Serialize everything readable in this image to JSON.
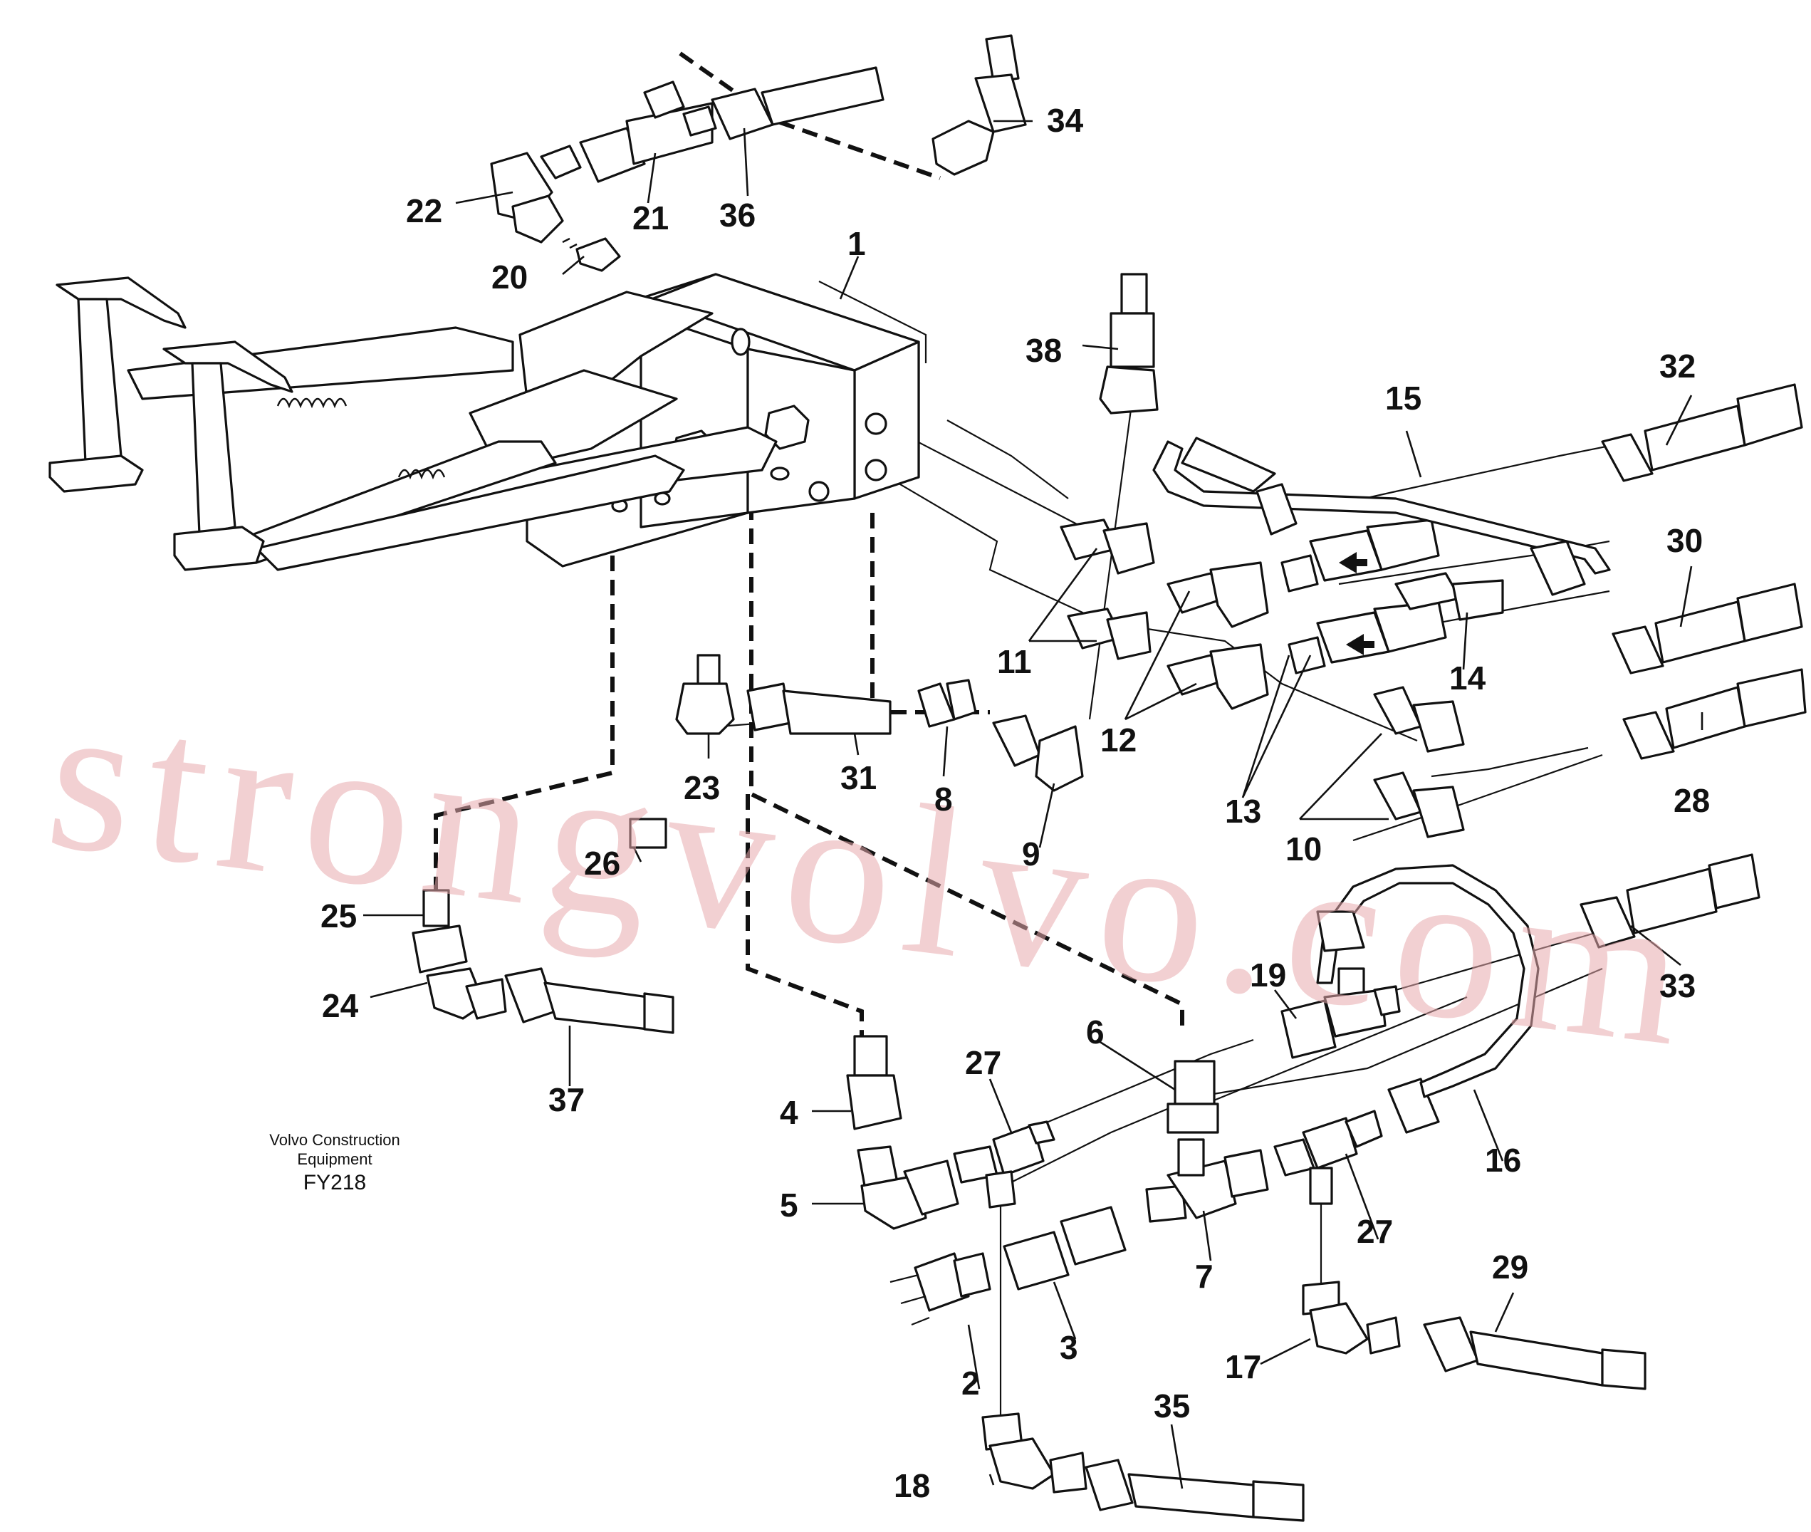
{
  "diagram": {
    "caption": {
      "line1": "Volvo Construction",
      "line2": "Equipment",
      "code": "FY218"
    },
    "watermark": "strongvolvo.com",
    "callouts": [
      {
        "id": "c1",
        "label": "1"
      },
      {
        "id": "c2",
        "label": "2"
      },
      {
        "id": "c3",
        "label": "3"
      },
      {
        "id": "c4",
        "label": "4"
      },
      {
        "id": "c5",
        "label": "5"
      },
      {
        "id": "c6",
        "label": "6"
      },
      {
        "id": "c7",
        "label": "7"
      },
      {
        "id": "c8",
        "label": "8"
      },
      {
        "id": "c9",
        "label": "9"
      },
      {
        "id": "c10",
        "label": "10"
      },
      {
        "id": "c11",
        "label": "11"
      },
      {
        "id": "c12",
        "label": "12"
      },
      {
        "id": "c13",
        "label": "13"
      },
      {
        "id": "c14",
        "label": "14"
      },
      {
        "id": "c15",
        "label": "15"
      },
      {
        "id": "c16",
        "label": "16"
      },
      {
        "id": "c17",
        "label": "17"
      },
      {
        "id": "c18",
        "label": "18"
      },
      {
        "id": "c19",
        "label": "19"
      },
      {
        "id": "c20",
        "label": "20"
      },
      {
        "id": "c21",
        "label": "21"
      },
      {
        "id": "c22",
        "label": "22"
      },
      {
        "id": "c23",
        "label": "23"
      },
      {
        "id": "c24",
        "label": "24"
      },
      {
        "id": "c25",
        "label": "25"
      },
      {
        "id": "c26",
        "label": "26"
      },
      {
        "id": "c27a",
        "label": "27"
      },
      {
        "id": "c27b",
        "label": "27"
      },
      {
        "id": "c28",
        "label": "28"
      },
      {
        "id": "c29",
        "label": "29"
      },
      {
        "id": "c30",
        "label": "30"
      },
      {
        "id": "c31",
        "label": "31"
      },
      {
        "id": "c32",
        "label": "32"
      },
      {
        "id": "c33",
        "label": "33"
      },
      {
        "id": "c34",
        "label": "34"
      },
      {
        "id": "c35",
        "label": "35"
      },
      {
        "id": "c36",
        "label": "36"
      },
      {
        "id": "c37",
        "label": "37"
      },
      {
        "id": "c38",
        "label": "38"
      }
    ]
  }
}
